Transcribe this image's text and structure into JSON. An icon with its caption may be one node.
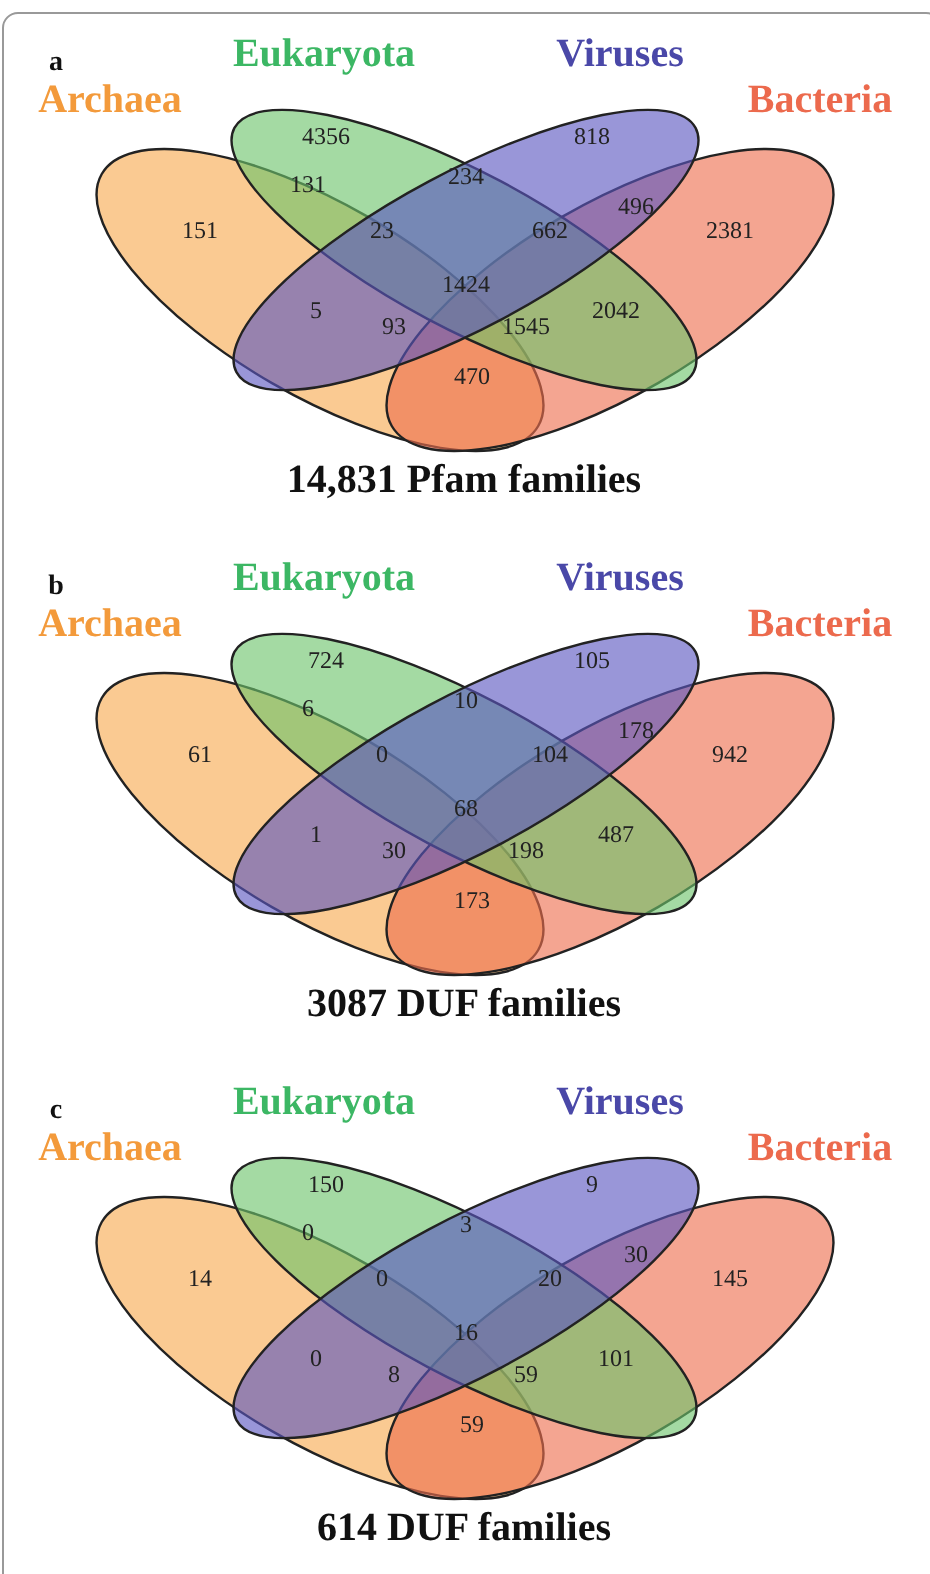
{
  "diagram": {
    "labels": [
      "a",
      "Eukaryota",
      "Viruses",
      "Archaea",
      "Bacteria",
      "4356",
      "818",
      "131",
      "234",
      "496",
      "151",
      "23",
      "662",
      "2381",
      "1424",
      "5",
      "2042",
      "93",
      "1545",
      "470",
      "14,831 Pfam families",
      "b",
      "Eukaryota",
      "Viruses",
      "Archaea",
      "Bacteria",
      "724",
      "105",
      "6",
      "10",
      "178",
      "61",
      "0",
      "104",
      "942",
      "68",
      "1",
      "487",
      "30",
      "198",
      "173",
      "3087 DUF families",
      "c",
      "Eukaryota",
      "Viruses",
      "Archaea",
      "Bacteria",
      "150",
      "9",
      "0",
      "3",
      "30",
      "14",
      "0",
      "20",
      "145",
      "16",
      "0",
      "101",
      "8",
      "59",
      "59",
      "614 DUF families"
    ]
  }
}
